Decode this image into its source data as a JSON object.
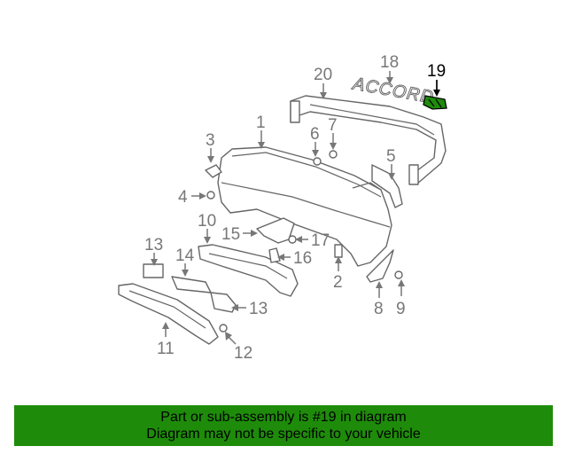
{
  "diagram": {
    "callouts": {
      "c1": "1",
      "c2": "2",
      "c3": "3",
      "c4": "4",
      "c5": "5",
      "c6": "6",
      "c7": "7",
      "c8": "8",
      "c9": "9",
      "c10": "10",
      "c11": "11",
      "c12": "12",
      "c13a": "13",
      "c13b": "13",
      "c14": "14",
      "c15": "15",
      "c16": "16",
      "c17": "17",
      "c18": "18",
      "c19": "19",
      "c20": "20"
    },
    "emblem_text": "ACCORD",
    "highlight_part": "19",
    "highlight_color": "#1e8c0a"
  },
  "footer": {
    "line1": "Part or sub-assembly is #19 in diagram",
    "line2": "Diagram may not be specific to your vehicle",
    "background": "#1e8c0a"
  }
}
